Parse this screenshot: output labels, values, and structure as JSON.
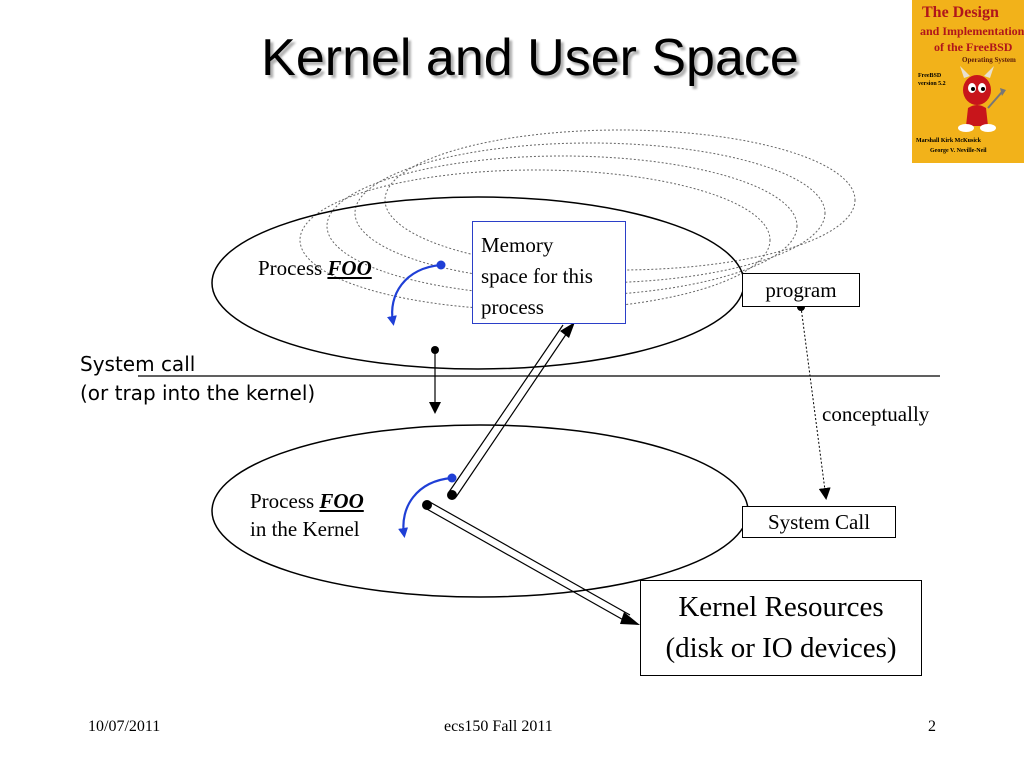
{
  "slide": {
    "title": "Kernel and User Space",
    "user_process_label": "Process",
    "user_process_name": "FOO",
    "memory_space_lines": [
      "Memory",
      "space for this",
      "process"
    ],
    "program_label": "program",
    "system_call_caption_line1": "System call",
    "system_call_caption_line2": "(or trap into the kernel)",
    "conceptually_label": "conceptually",
    "kernel_process_label": "Process",
    "kernel_process_name": "FOO",
    "kernel_process_line2": "in the Kernel",
    "system_call_box_label": "System Call",
    "kernel_resources_line1": "Kernel Resources",
    "kernel_resources_line2": "(disk or IO devices)"
  },
  "footer": {
    "date": "10/07/2011",
    "course": "ecs150 Fall 2011",
    "page_number": "2"
  },
  "book_cover": {
    "title_line1": "The Design",
    "title_line2": "and Implementation",
    "title_line3": "of the FreeBSD",
    "title_line4": "Operating System",
    "badge_text": "FreeBSD version 5.2",
    "authors_line1": "Marshall Kirk McKusick",
    "authors_line2": "George V. Neville-Neil",
    "accent_color": "#f2b21a",
    "title_color": "#b0161b",
    "mascot": "bsd-daemon-icon"
  },
  "colors": {
    "arrow_blue": "#1f3fd6",
    "memory_box_border": "#2b3fc8"
  }
}
